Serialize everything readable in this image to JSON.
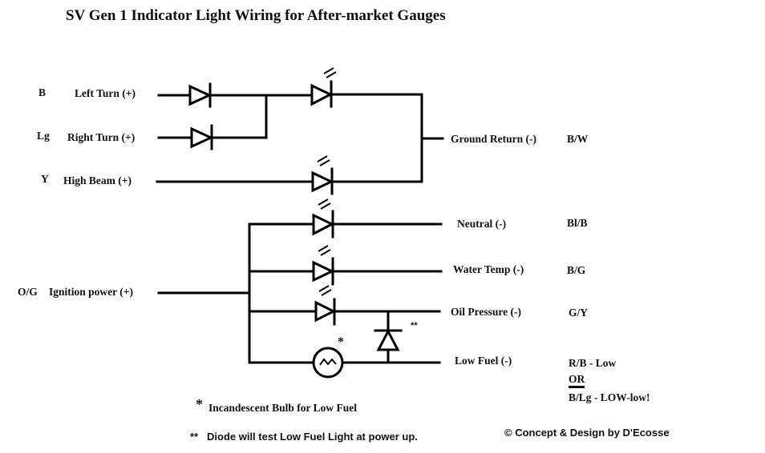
{
  "title": "SV Gen 1 Indicator Light Wiring for After-market Gauges",
  "inputs": [
    {
      "wire_color": "B",
      "label": "Left Turn (+)"
    },
    {
      "wire_color": "Lg",
      "label": "Right Turn (+)"
    },
    {
      "wire_color": "Y",
      "label": "High Beam (+)"
    },
    {
      "wire_color": "O/G",
      "label": "Ignition power (+)"
    }
  ],
  "outputs": [
    {
      "label": "Ground Return (-)",
      "wire_color": "B/W"
    },
    {
      "label": "Neutral (-)",
      "wire_color": "Bl/B"
    },
    {
      "label": "Water Temp (-)",
      "wire_color": "B/G"
    },
    {
      "label": "Oil Pressure (-)",
      "wire_color": "G/Y"
    },
    {
      "label": "Low Fuel (-)",
      "wire_color_lines": [
        "R/B -  Low",
        "OR",
        "B/Lg - LOW-low!"
      ]
    }
  ],
  "markers": {
    "bulb": "*",
    "test_diode": "**"
  },
  "notes": {
    "note1_marker": "*",
    "note1_text": "Incandescent Bulb for Low Fuel",
    "note2_marker": "**",
    "note2_text": "Diode will test Low Fuel Light at power up."
  },
  "credit": "© Concept & Design by D'Ecosse",
  "components": [
    {
      "type": "diode",
      "role": "left-turn-isolation-diode"
    },
    {
      "type": "diode",
      "role": "right-turn-isolation-diode"
    },
    {
      "type": "led",
      "role": "turn-indicator-led"
    },
    {
      "type": "led",
      "role": "high-beam-led"
    },
    {
      "type": "led",
      "role": "neutral-led"
    },
    {
      "type": "led",
      "role": "water-temp-led"
    },
    {
      "type": "led",
      "role": "oil-pressure-led"
    },
    {
      "type": "bulb",
      "role": "low-fuel-bulb"
    },
    {
      "type": "diode",
      "role": "low-fuel-test-diode"
    }
  ]
}
